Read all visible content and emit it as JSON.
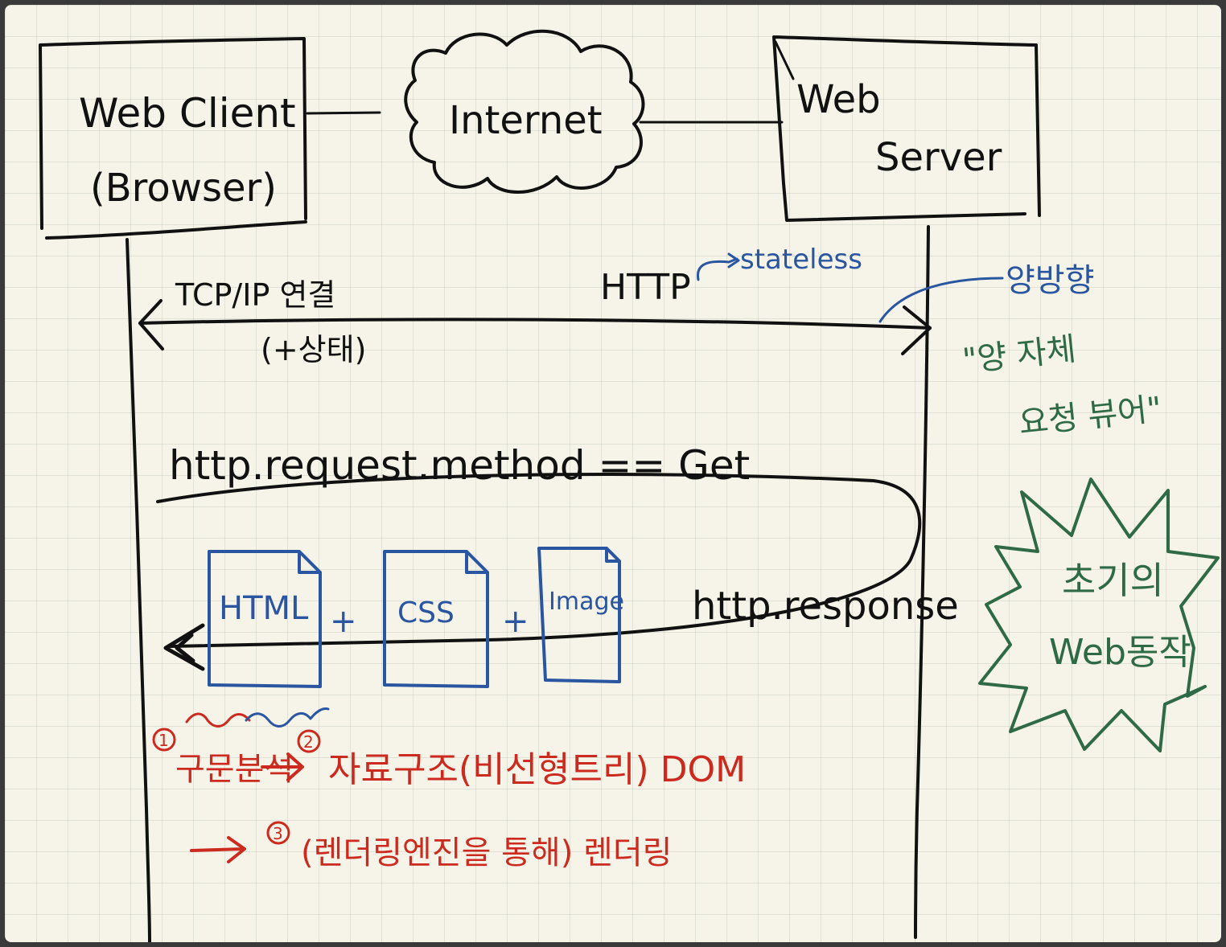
{
  "client": {
    "line1": "Web Client",
    "line2": "(Browser)"
  },
  "internet": {
    "label": "Internet"
  },
  "server": {
    "line1": "Web",
    "line2": "Server"
  },
  "connection": {
    "label": "TCP/IP 연결",
    "state": "(+상태)"
  },
  "http": {
    "label": "HTTP",
    "stateless": "stateless",
    "bidirectional": "양방향"
  },
  "quote": {
    "line1": "\"양 자체",
    "line2": "요청 뷰어\""
  },
  "request": {
    "label": "http.request.method == Get"
  },
  "response": {
    "label": "http.response"
  },
  "files": {
    "html": "HTML",
    "css": "CSS",
    "image": "Image",
    "plus": "+"
  },
  "burst": {
    "line1": "초기의",
    "line2": "Web동작"
  },
  "steps": {
    "step1_num": "1",
    "step1": "구문분석",
    "step2_num": "2",
    "step2": "자료구조(비선형트리) DOM",
    "step3_num": "3",
    "step3": "(렌더링엔진을 통해) 렌더링"
  },
  "colors": {
    "black": "#111111",
    "blue": "#2a55a0",
    "green": "#2f6a46",
    "red": "#cc2a1e",
    "paper": "#f6f4e8"
  }
}
